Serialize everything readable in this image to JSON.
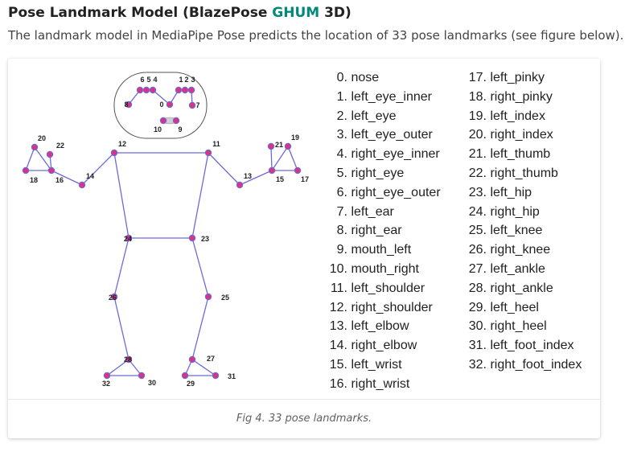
{
  "heading": {
    "before": "Pose Landmark Model (BlazePose ",
    "link": "GHUM",
    "after": " 3D)"
  },
  "intro": "The landmark model in MediaPipe Pose predicts the location of 33 pose landmarks (see figure below).",
  "colors": {
    "link": "#00897b",
    "skeleton_line": "#6b6bdc",
    "landmark_fill": "#e0307e",
    "landmark_stroke": "#6b6bdc"
  },
  "landmarks_left_column": [
    {
      "index": "0.",
      "name": "nose"
    },
    {
      "index": "1.",
      "name": "left_eye_inner"
    },
    {
      "index": "2.",
      "name": "left_eye"
    },
    {
      "index": "3.",
      "name": "left_eye_outer"
    },
    {
      "index": "4.",
      "name": "right_eye_inner"
    },
    {
      "index": "5.",
      "name": "right_eye"
    },
    {
      "index": "6.",
      "name": "right_eye_outer"
    },
    {
      "index": "7.",
      "name": "left_ear"
    },
    {
      "index": "8.",
      "name": "right_ear"
    },
    {
      "index": "9.",
      "name": "mouth_left"
    },
    {
      "index": "10.",
      "name": "mouth_right"
    },
    {
      "index": "11.",
      "name": "left_shoulder"
    },
    {
      "index": "12.",
      "name": "right_shoulder"
    },
    {
      "index": "13.",
      "name": "left_elbow"
    },
    {
      "index": "14.",
      "name": "right_elbow"
    },
    {
      "index": "15.",
      "name": "left_wrist"
    },
    {
      "index": "16.",
      "name": "right_wrist"
    }
  ],
  "landmarks_right_column": [
    {
      "index": "17.",
      "name": "left_pinky"
    },
    {
      "index": "18.",
      "name": "right_pinky"
    },
    {
      "index": "19.",
      "name": "left_index"
    },
    {
      "index": "20.",
      "name": "right_index"
    },
    {
      "index": "21.",
      "name": "left_thumb"
    },
    {
      "index": "22.",
      "name": "right_thumb"
    },
    {
      "index": "23.",
      "name": "left_hip"
    },
    {
      "index": "24.",
      "name": "right_hip"
    },
    {
      "index": "25.",
      "name": "left_knee"
    },
    {
      "index": "26.",
      "name": "right_knee"
    },
    {
      "index": "27.",
      "name": "left_ankle"
    },
    {
      "index": "28.",
      "name": "right_ankle"
    },
    {
      "index": "29.",
      "name": "left_heel"
    },
    {
      "index": "30.",
      "name": "right_heel"
    },
    {
      "index": "31.",
      "name": "left_foot_index"
    },
    {
      "index": "32.",
      "name": "right_foot_index"
    }
  ],
  "figure_labels": [
    "0",
    "1",
    "2",
    "3",
    "4",
    "5",
    "6",
    "7",
    "8",
    "9",
    "10",
    "11",
    "12",
    "13",
    "14",
    "15",
    "16",
    "17",
    "18",
    "19",
    "20",
    "21",
    "22",
    "23",
    "24",
    "25",
    "26",
    "27",
    "28",
    "29",
    "30",
    "31",
    "32"
  ],
  "caption": "Fig 4. 33 pose landmarks."
}
